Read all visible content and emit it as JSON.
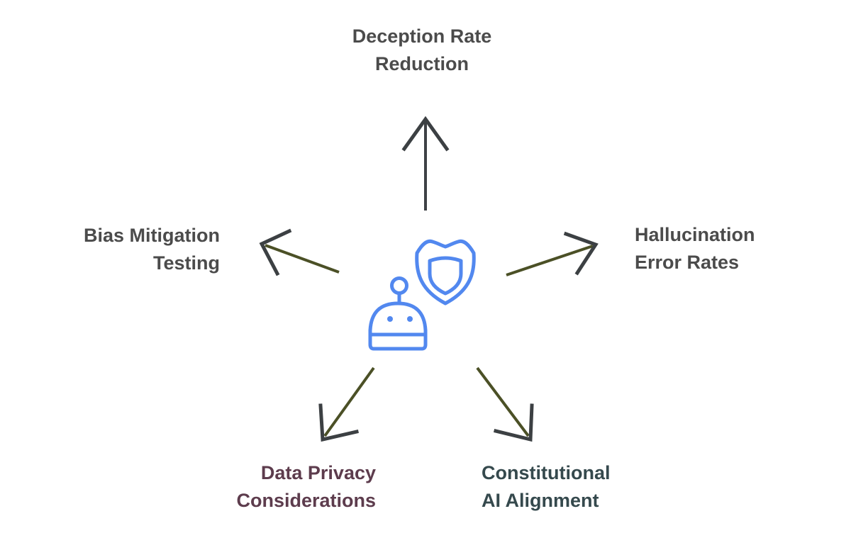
{
  "diagram": {
    "description": "AI safety evaluation mind map: central robot-with-shield icon with five arrows radiating to evaluation topics",
    "center": {
      "icons": [
        "robot-icon",
        "shield-icon"
      ],
      "icon_color": "#5288ef"
    },
    "nodes": [
      {
        "id": "deception-rate-reduction",
        "lines": [
          "Deception Rate",
          "Reduction"
        ],
        "color": "#4b4b4b",
        "position": "top",
        "arrow_direction": "up"
      },
      {
        "id": "bias-mitigation-testing",
        "lines": [
          "Bias Mitigation",
          "Testing"
        ],
        "color": "#4b4b4b",
        "position": "left",
        "arrow_direction": "upper-left"
      },
      {
        "id": "hallucination-error-rates",
        "lines": [
          "Hallucination",
          "Error Rates"
        ],
        "color": "#4b4b4b",
        "position": "right",
        "arrow_direction": "upper-right"
      },
      {
        "id": "data-privacy-considerations",
        "lines": [
          "Data Privacy",
          "Considerations"
        ],
        "color": "#5d3c4d",
        "position": "bottom-left",
        "arrow_direction": "lower-left"
      },
      {
        "id": "constitutional-ai-alignment",
        "lines": [
          "Constitutional",
          "AI Alignment"
        ],
        "color": "#35494d",
        "position": "bottom-right",
        "arrow_direction": "lower-right"
      }
    ],
    "arrow_colors": {
      "shaft_vertical": "#3e4145",
      "shaft_diagonal": "#4b5026",
      "head": "#3c4043"
    },
    "background_color": "#ffffff"
  }
}
